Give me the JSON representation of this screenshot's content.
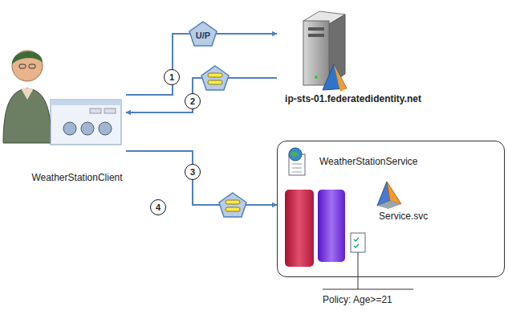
{
  "diagram": {
    "nodes": [
      {
        "text": [
          "WeatherStationClient"
        ]
      },
      {
        "text": [
          "ip-sts-01.federatedidentity.net"
        ]
      },
      {
        "text": [
          "WeatherStationService",
          "Service.svc"
        ]
      }
    ],
    "edges": [
      {
        "from": 0,
        "to": 1,
        "arrow": "to",
        "label": "U/P"
      },
      {
        "from": 1,
        "to": 0,
        "arrow": "to"
      },
      {
        "from": 0,
        "to": 2,
        "arrow": "to"
      }
    ],
    "labels": [
      "1",
      "2",
      "3",
      "4",
      "Policy: Age>=21"
    ]
  }
}
